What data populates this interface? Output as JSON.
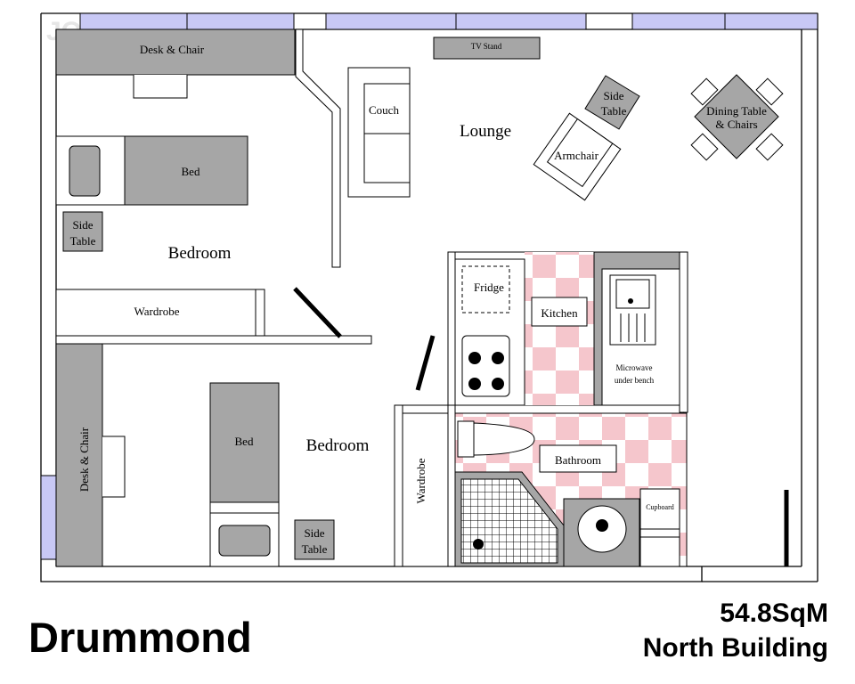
{
  "plan": {
    "name": "Drummond",
    "area": "54.8SqM",
    "building": "North Building",
    "watermark": "JOUZZ"
  },
  "rooms": {
    "bedroom_1": "Bedroom",
    "bedroom_2": "Bedroom",
    "lounge": "Lounge",
    "kitchen": "Kitchen",
    "bathroom": "Bathroom"
  },
  "furniture": {
    "desk_top": "Desk & Chair",
    "desk_left": "Desk & Chair",
    "bed_1": "Bed",
    "bed_2": "Bed",
    "side_table_1_line1": "Side",
    "side_table_1_line2": "Table",
    "side_table_2_line1": "Side",
    "side_table_2_line2": "Table",
    "side_table_3_line1": "Side",
    "side_table_3_line2": "Table",
    "wardrobe_1": "Wardrobe",
    "wardrobe_2": "Wardrobe",
    "tv_stand": "TV Stand",
    "couch": "Couch",
    "armchair": "Armchair",
    "dining_line1": "Dining Table",
    "dining_line2": "& Chairs",
    "fridge": "Fridge",
    "microwave_line1": "Microwave",
    "microwave_line2": "under bench",
    "cupboard": "Cupboard"
  },
  "colors": {
    "furniture_gray": "#a6a6a6",
    "window_lilac": "#c8c8f5",
    "tile_pink": "#f5c6cc",
    "wall": "#000000"
  }
}
